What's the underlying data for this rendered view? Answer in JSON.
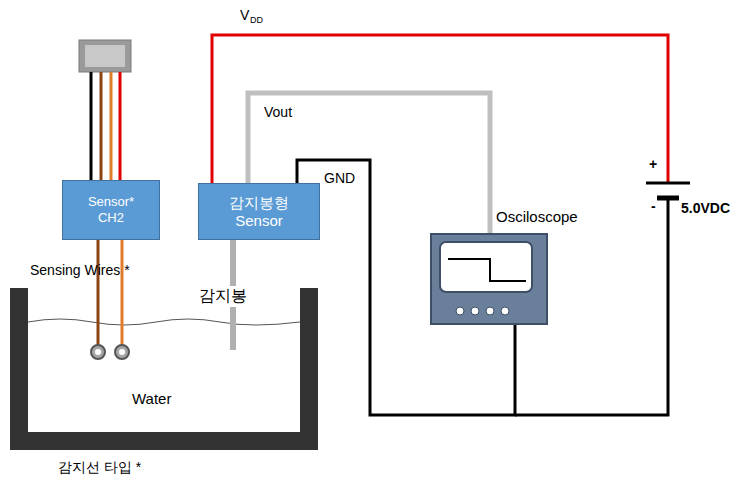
{
  "diagram": {
    "nodes": [
      {
        "text": [
          "Sensor* CH2"
        ]
      },
      {
        "text": [
          "감지봉형 Sensor"
        ]
      },
      {
        "text": [
          "Osciloscope"
        ]
      }
    ],
    "edges": [
      {
        "from": 1,
        "to": 2,
        "arrow": "none",
        "label": "Vout"
      },
      {
        "from": 1,
        "to": 2,
        "arrow": "none",
        "label": "GND"
      }
    ],
    "labels": [
      "V",
      "DD",
      "Sensing Wires *",
      "감지봉",
      "Water",
      "감지선 타입 *",
      "+",
      "-",
      "5.0VDC"
    ]
  }
}
